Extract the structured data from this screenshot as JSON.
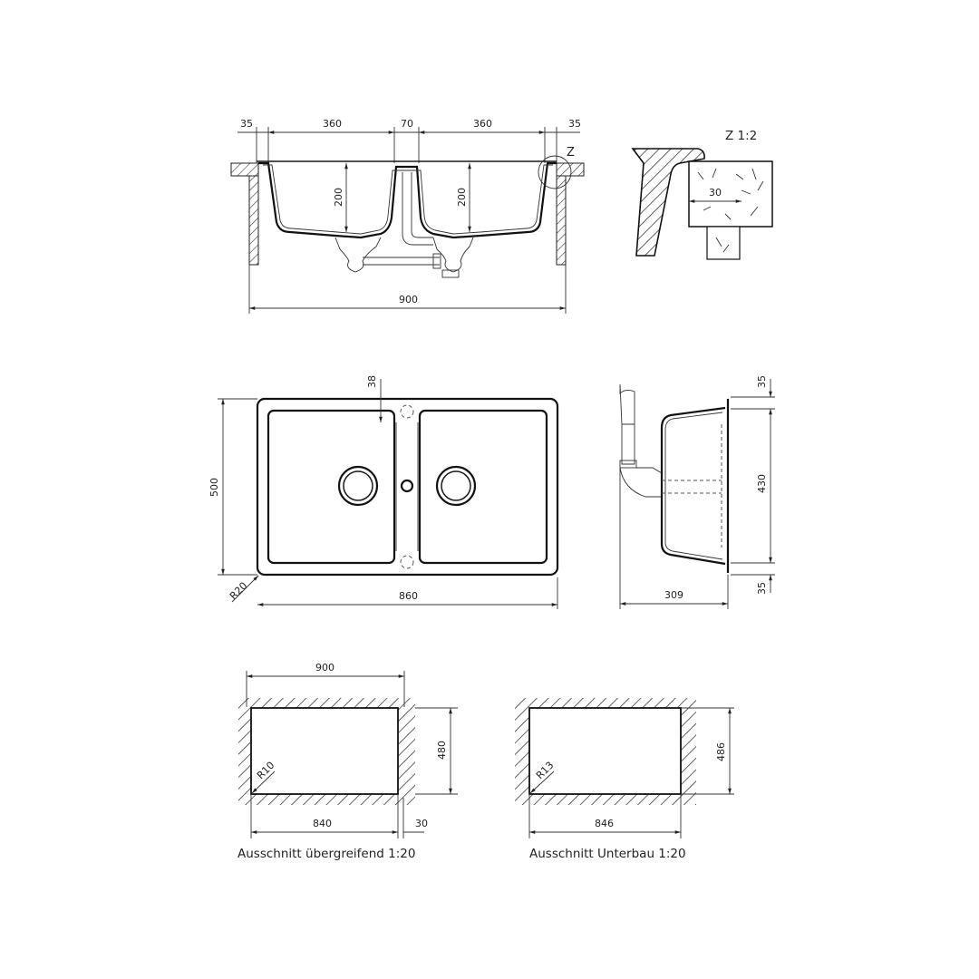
{
  "front_section": {
    "dims_top": [
      "35",
      "360",
      "70",
      "360",
      "35"
    ],
    "bowl_depth_left": "200",
    "bowl_depth_right": "200",
    "overall_width": "900",
    "detail_marker": "Z"
  },
  "detail_z": {
    "title": "Z 1:2",
    "overlap": "30"
  },
  "plan_view": {
    "tap_hole_offset": "38",
    "height": "500",
    "corner_radius": "R20",
    "width": "860"
  },
  "side_view": {
    "rim_top": "35",
    "bowl_length": "430",
    "rim_bottom": "35",
    "depth": "309"
  },
  "cutout_overmount": {
    "outer_width": "900",
    "inner_width": "840",
    "side_offset": "30",
    "height": "480",
    "radius": "R10",
    "caption": "Ausschnitt übergreifend 1:20"
  },
  "cutout_undermount": {
    "width": "846",
    "height": "486",
    "radius": "R13",
    "caption": "Ausschnitt Unterbau 1:20"
  }
}
